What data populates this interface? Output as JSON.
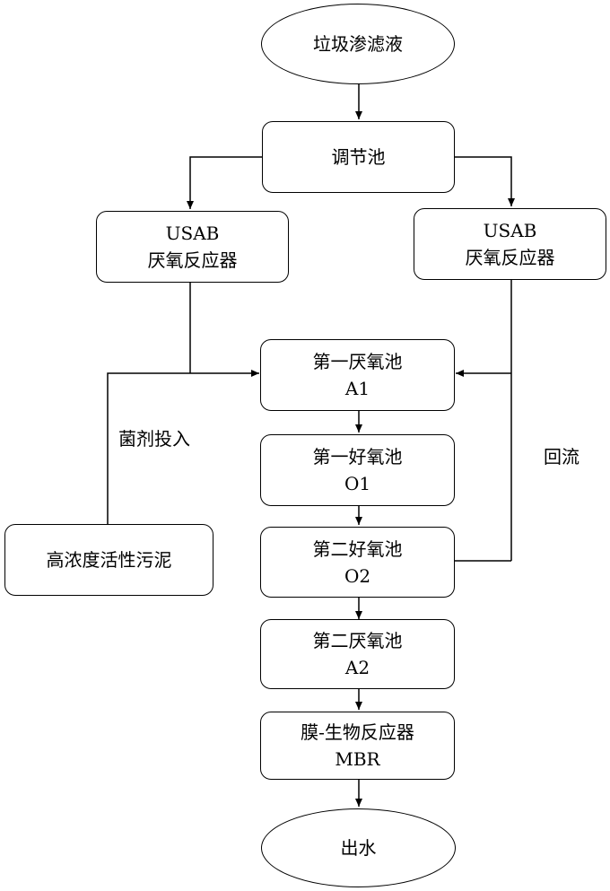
{
  "nodes": {
    "source": "垃圾渗滤液",
    "tank": "调节池",
    "usab_left": [
      "USAB",
      "厌氧反应器"
    ],
    "usab_right": [
      "USAB",
      "厌氧反应器"
    ],
    "a1": [
      "第一厌氧池",
      "A1"
    ],
    "o1": [
      "第一好氧池",
      "O1"
    ],
    "o2": [
      "第二好氧池",
      "O2"
    ],
    "a2": [
      "第二厌氧池",
      "A2"
    ],
    "mbr": [
      "膜-生物反应器",
      "MBR"
    ],
    "sludge": "高浓度活性污泥",
    "out": "出水"
  },
  "labels": {
    "bacteria": "菌剂投入",
    "reflux": "回流"
  }
}
